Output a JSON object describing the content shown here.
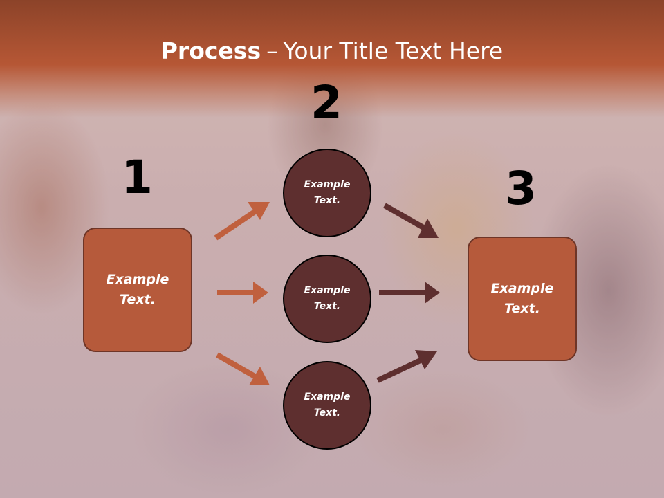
{
  "title": {
    "bold": "Process",
    "separator": "–",
    "regular": "Your Title Text Here"
  },
  "steps": {
    "n1": "1",
    "n2": "2",
    "n3": "3"
  },
  "boxes": {
    "left": "Example\nText.",
    "right": "Example\nText."
  },
  "circles": {
    "top": "Example\nText.",
    "middle": "Example\nText.",
    "bottom": "Example\nText."
  },
  "colors": {
    "header": "#b65735",
    "box": "#b65a3b",
    "circle": "#5e2f2f",
    "arrow_left": "#c0603e",
    "arrow_right": "#5e2f2f"
  }
}
